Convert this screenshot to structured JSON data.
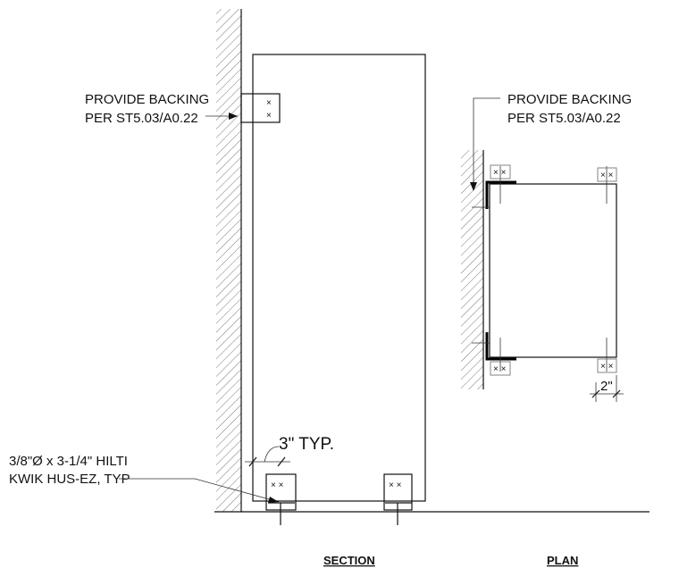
{
  "notes": {
    "section_backing_line1": "PROVIDE BACKING",
    "section_backing_line2": "PER ST5.03/A0.22",
    "plan_backing_line1": "PROVIDE BACKING",
    "plan_backing_line2": "PER ST5.03/A0.22",
    "anchor_line1": "3/8\"Ø x 3-1/4\" HILTI",
    "anchor_line2": "KWIK HUS-EZ, TYP"
  },
  "dimensions": {
    "section_offset": "3\" TYP.",
    "plan_offset": "2\""
  },
  "titles": {
    "section": "SECTION",
    "plan": "PLAN"
  },
  "bolt_marks": {
    "pair": "× ×"
  }
}
